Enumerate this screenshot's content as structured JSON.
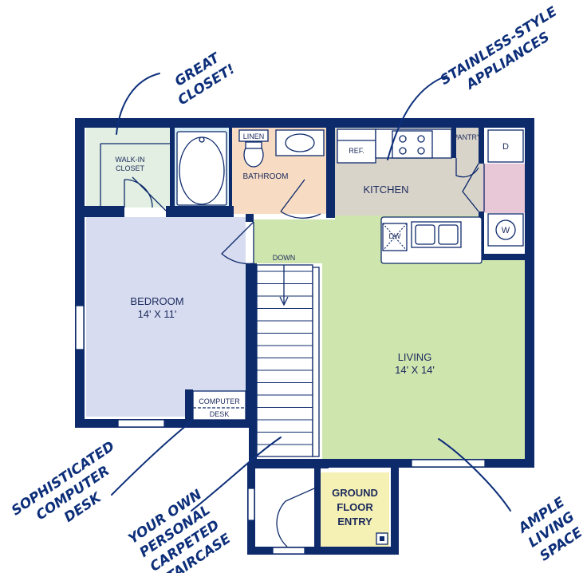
{
  "colors": {
    "wall": "#0d2a6b",
    "closet": "#e3efe2",
    "bath": "#d8ecf5",
    "bathroom": "#f7dcc3",
    "kitchen": "#d9d4ca",
    "laundry": "#e8c8d6",
    "bedroom": "#d7dcf0",
    "living": "#cfe5ae",
    "entry": "#f5f0b3",
    "callout_ink": "#0d2f7a"
  },
  "rooms": {
    "closet": {
      "line1": "WALK-IN",
      "line2": "CLOSET"
    },
    "linen": "LINEN",
    "bathroom": "BATHROOM",
    "kitchen": "KITCHEN",
    "ref": "REF.",
    "pantry": "PANTRY",
    "dryer": "D",
    "washer": "W",
    "dishwasher": "DW",
    "bedroom": {
      "name": "BEDROOM",
      "size": "14' X 11'"
    },
    "stairs": "DOWN",
    "desk": {
      "line1": "COMPUTER",
      "line2": "DESK"
    },
    "living": {
      "name": "LIVING",
      "size": "14' X 14'"
    },
    "entry": {
      "line1": "GROUND",
      "line2": "FLOOR",
      "line3": "ENTRY"
    }
  },
  "callouts": {
    "closet": [
      "GREAT",
      "CLOSET!"
    ],
    "appliances": [
      "STAINLESS-STYLE",
      "APPLIANCES"
    ],
    "desk": [
      "SOPHISTICATED",
      "COMPUTER",
      "DESK"
    ],
    "staircase": [
      "YOUR OWN",
      "PERSONAL",
      "CARPETED",
      "STAIRCASE"
    ],
    "living": [
      "AMPLE",
      "LIVING",
      "SPACE"
    ]
  }
}
